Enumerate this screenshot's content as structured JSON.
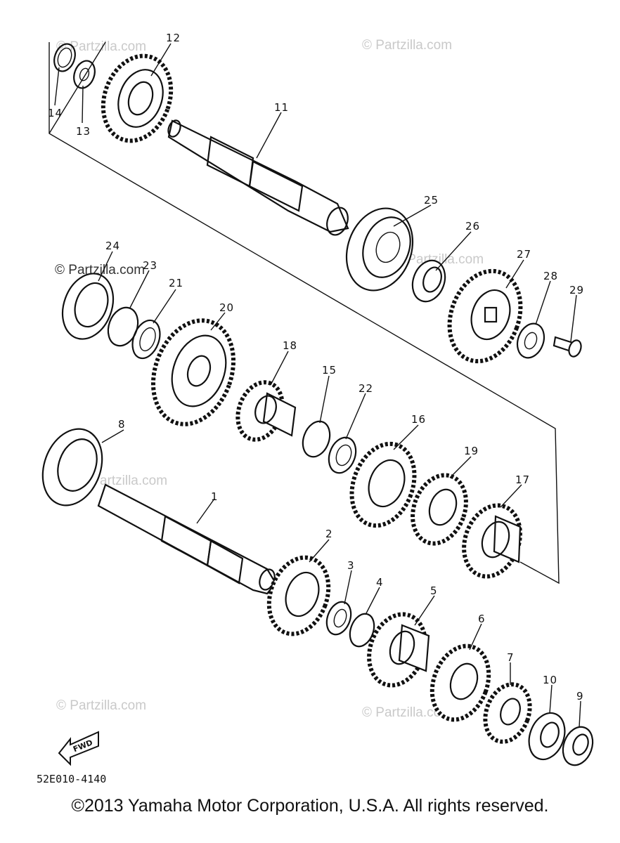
{
  "callouts": [
    "1",
    "2",
    "3",
    "4",
    "5",
    "6",
    "7",
    "8",
    "9",
    "10",
    "11",
    "12",
    "13",
    "14",
    "15",
    "16",
    "17",
    "18",
    "19",
    "20",
    "21",
    "22",
    "23",
    "24",
    "25",
    "26",
    "27",
    "28",
    "29"
  ],
  "watermarks": [
    "© Partzilla.com",
    "© Partzilla.com",
    "© Partzilla.com",
    "© Partzilla.com",
    "© Partzilla.com",
    "© Partzilla.com",
    "© Partzilla.com"
  ],
  "fwd_label": "FWD",
  "part_number": "52E010-4140",
  "copyright": "©2013  Yamaha Motor Corporation, U.S.A. All rights reserved."
}
